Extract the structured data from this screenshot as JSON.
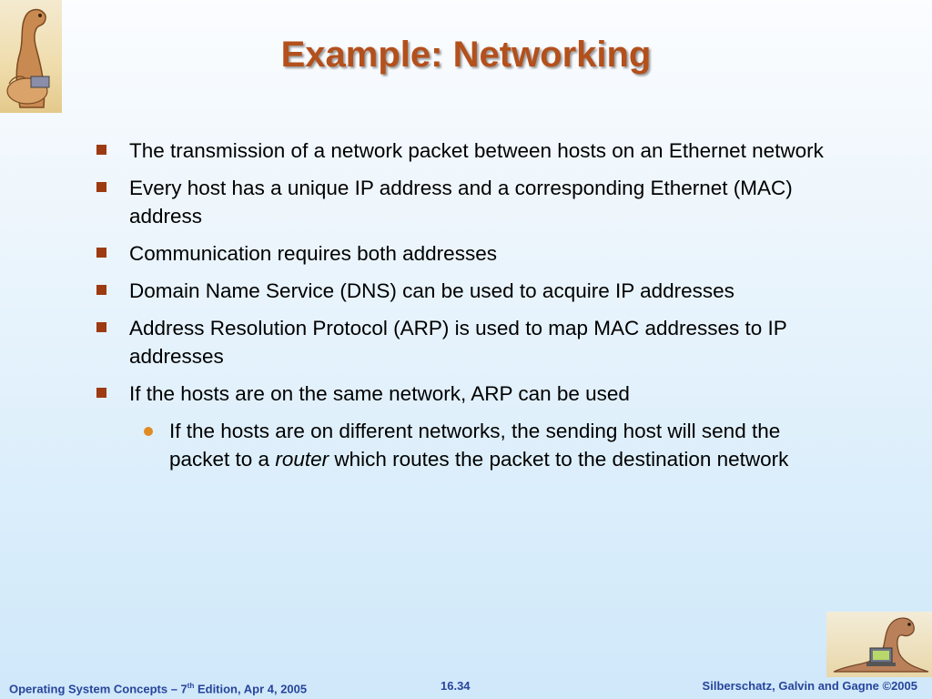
{
  "slide": {
    "title": "Example: Networking",
    "bullets": [
      "The transmission of a network packet between hosts on an Ethernet network",
      "Every host has a unique IP address and a corresponding Ethernet (MAC) address",
      "Communication requires both addresses",
      "Domain Name Service (DNS) can be used to acquire IP addresses",
      "Address Resolution Protocol (ARP) is used to map MAC addresses to IP addresses",
      "If the hosts are on the same network, ARP can be used"
    ],
    "sub_bullet": {
      "before": "If the hosts are on different networks, the sending host will send the packet to a ",
      "emphasis": "router",
      "after": " which routes the packet to the destination network"
    }
  },
  "footer": {
    "left_prefix": "Operating System Concepts – 7",
    "left_sup": "th",
    "left_suffix": " Edition, Apr 4, 2005",
    "page": "16.34",
    "right": "Silberschatz, Galvin and Gagne ©2005"
  },
  "colors": {
    "title": "#b3501c",
    "bullet_square": "#9d3a12",
    "sub_bullet_dot": "#e08b22",
    "footer_text": "#28459b"
  },
  "icons": [
    "dinosaur-logo-icon",
    "dinosaur-laptop-icon"
  ]
}
